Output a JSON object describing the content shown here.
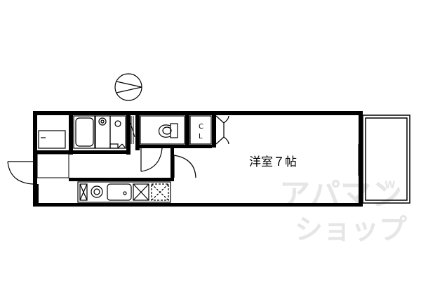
{
  "floorplan": {
    "room_label": "洋室７帖",
    "closet_label_top": "C",
    "closet_label_bottom": "L"
  },
  "watermark": {
    "line1": "アパマン",
    "line2": "ショップ",
    "mark": "W"
  },
  "colors": {
    "wall": "#000000",
    "background": "#ffffff",
    "watermark": "#e6e6e6"
  }
}
